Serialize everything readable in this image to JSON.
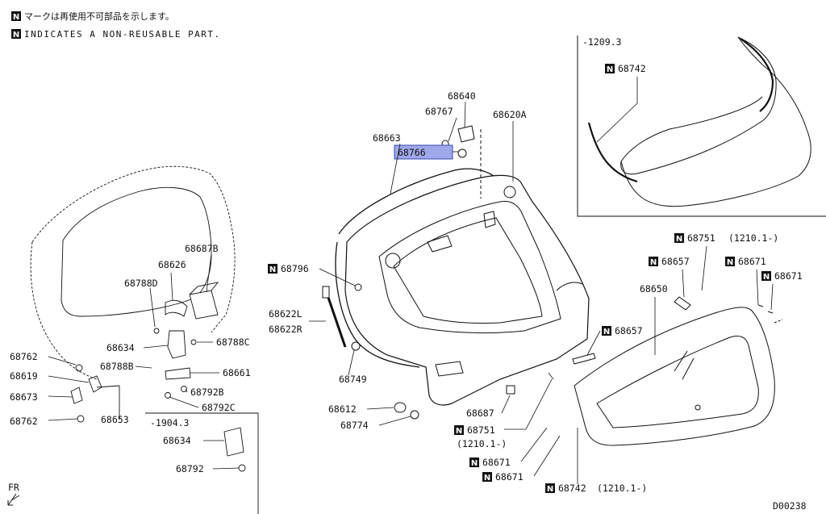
{
  "notes": {
    "jp": "マークは再使用不可部品を示します。",
    "en": "INDICATES A NON-REUSABLE PART.",
    "badge": "N"
  },
  "colors": {
    "line": "#111111",
    "highlight": "#9fa8e8",
    "highlight_border": "#3a47b5"
  },
  "labels": {
    "p68687B": "68687B",
    "p68626": "68626",
    "p68788D": "68788D",
    "p68762a": "68762",
    "p68619": "68619",
    "p68673": "68673",
    "p68762b": "68762",
    "p68634a": "68634",
    "p68788C": "68788C",
    "p68788B": "68788B",
    "p68661": "68661",
    "p68792B": "68792B",
    "p68792C": "68792C",
    "p68653": "68653",
    "serial1904": "-1904.3",
    "p68634b": "68634",
    "p68792": "68792",
    "fr": "FR",
    "p68663": "68663",
    "p68767": "68767",
    "p68640": "68640",
    "p68620A": "68620A",
    "p68766": "68766",
    "p68796": "68796",
    "p68622L": "68622L",
    "p68622R": "68622R",
    "p68749": "68749",
    "p68612": "68612",
    "p68774": "68774",
    "p68687": "68687",
    "p68751a": "68751",
    "serial1210a": "(1210.1-)",
    "p68671a": "68671",
    "p68671b": "68671",
    "p68742a": "68742",
    "serial1210b": "(1210.1-)",
    "serial1209": "-1209.3",
    "p68742b": "68742",
    "p68751b": "68751",
    "serial1210c": "(1210.1-)",
    "p68657a": "68657",
    "p68671c": "68671",
    "p68671d": "68671",
    "p68650": "68650",
    "p68657b": "68657",
    "code": "D00238"
  }
}
